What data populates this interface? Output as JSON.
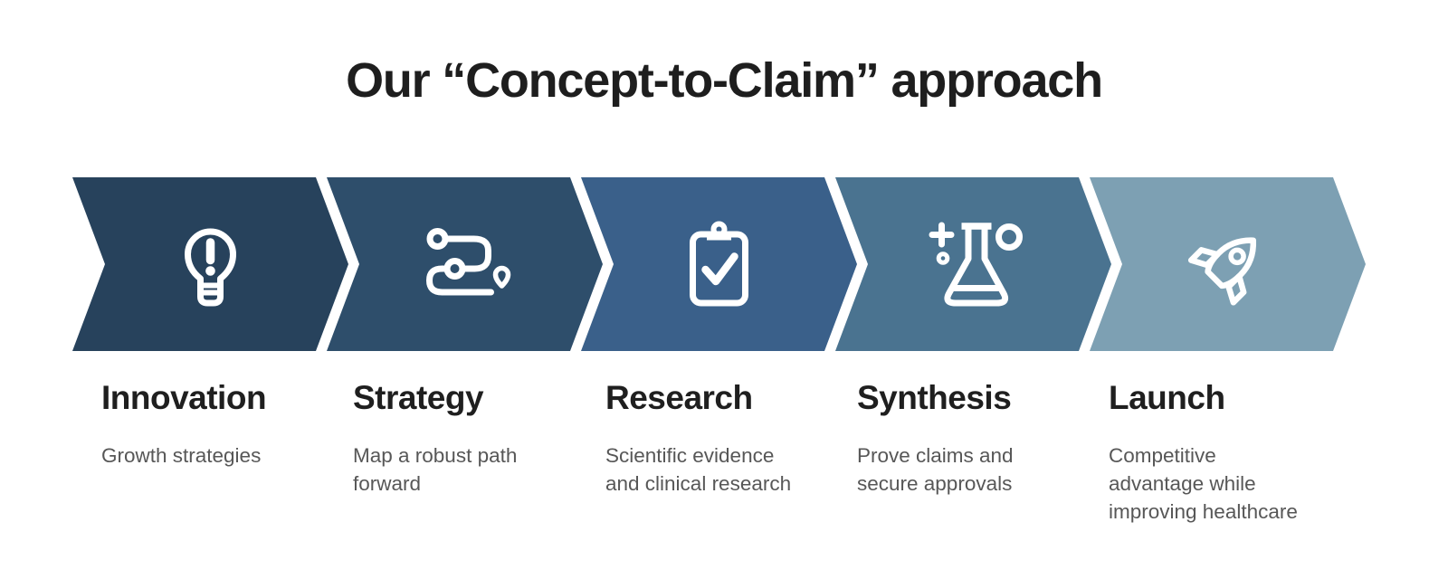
{
  "title": "Our “Concept-to-Claim” approach",
  "colors": {
    "background": "#ffffff",
    "title_text": "#1e1e1e",
    "heading_text": "#1f1f1f",
    "description_text": "#575757",
    "gap_between_chevrons": "#ffffff",
    "icon_stroke": "#ffffff"
  },
  "stages": [
    {
      "label": "Innovation",
      "description": "Growth strategies",
      "color": "#27425c",
      "icon": "lightbulb-icon"
    },
    {
      "label": "Strategy",
      "description": "Map a robust path\nforward",
      "color": "#2e4e6b",
      "icon": "route-icon"
    },
    {
      "label": "Research",
      "description": "Scientific evidence\nand clinical research",
      "color": "#3a608a",
      "icon": "clipboard-check-icon"
    },
    {
      "label": "Synthesis",
      "description": "Prove claims and\nsecure approvals",
      "color": "#4a7390",
      "icon": "flask-icon"
    },
    {
      "label": "Launch",
      "description": "Competitive\nadvantage while\nimproving healthcare",
      "color": "#7da0b3",
      "icon": "rocket-icon"
    }
  ]
}
